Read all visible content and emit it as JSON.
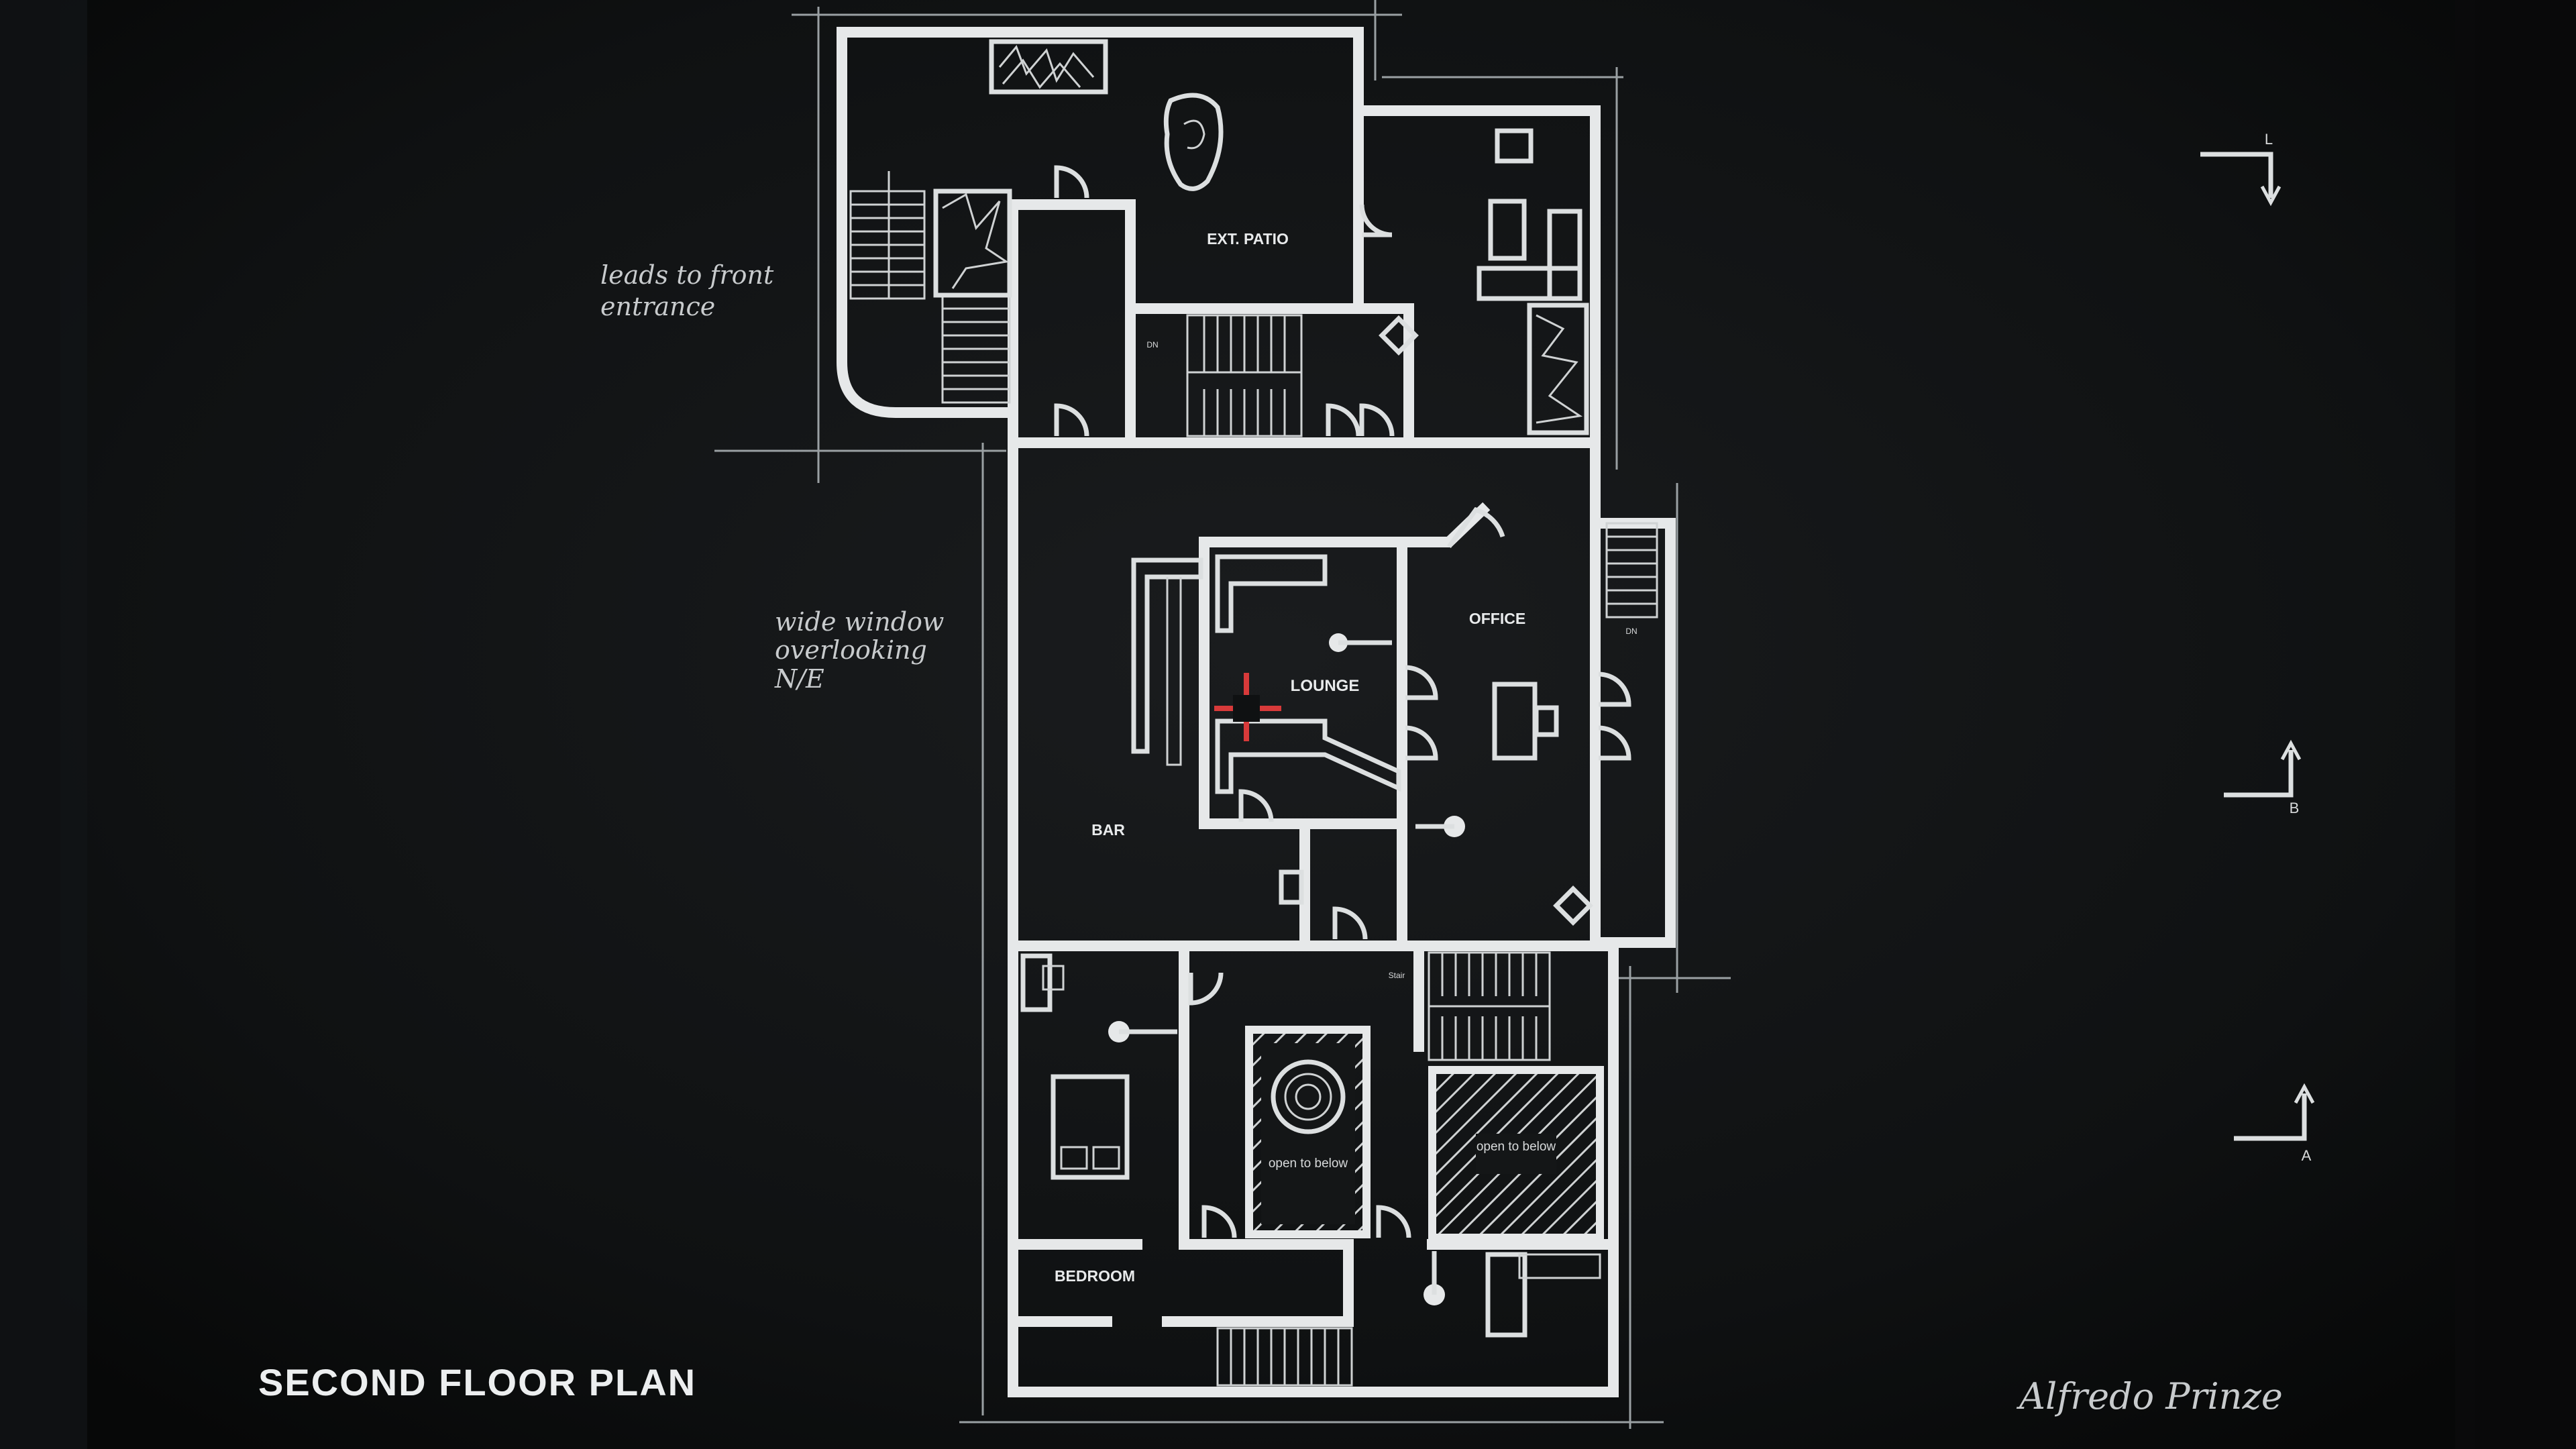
{
  "plan": {
    "title": "SECOND FLOOR PLAN",
    "signature": "Alfredo Prinze",
    "rooms": {
      "ext_patio": "EXT. PATIO",
      "office": "OFFICE",
      "lounge": "LOUNGE",
      "bar": "BAR",
      "bedroom": "BEDROOM"
    },
    "open_to_below": "open to below",
    "stair_labels": {
      "up": "DN",
      "down": "DN",
      "stairs": "Stair"
    },
    "notes": {
      "front_entrance": [
        "leads to front",
        "entrance"
      ],
      "wide_window": [
        "wide window",
        "overlooking",
        "N/E"
      ]
    },
    "section_markers": {
      "top": "L",
      "middle": "B",
      "bottom": "A"
    }
  },
  "colors": {
    "background": "#0b0c0d",
    "wall": "#e6e8e9",
    "marker": "#d83a3a"
  }
}
